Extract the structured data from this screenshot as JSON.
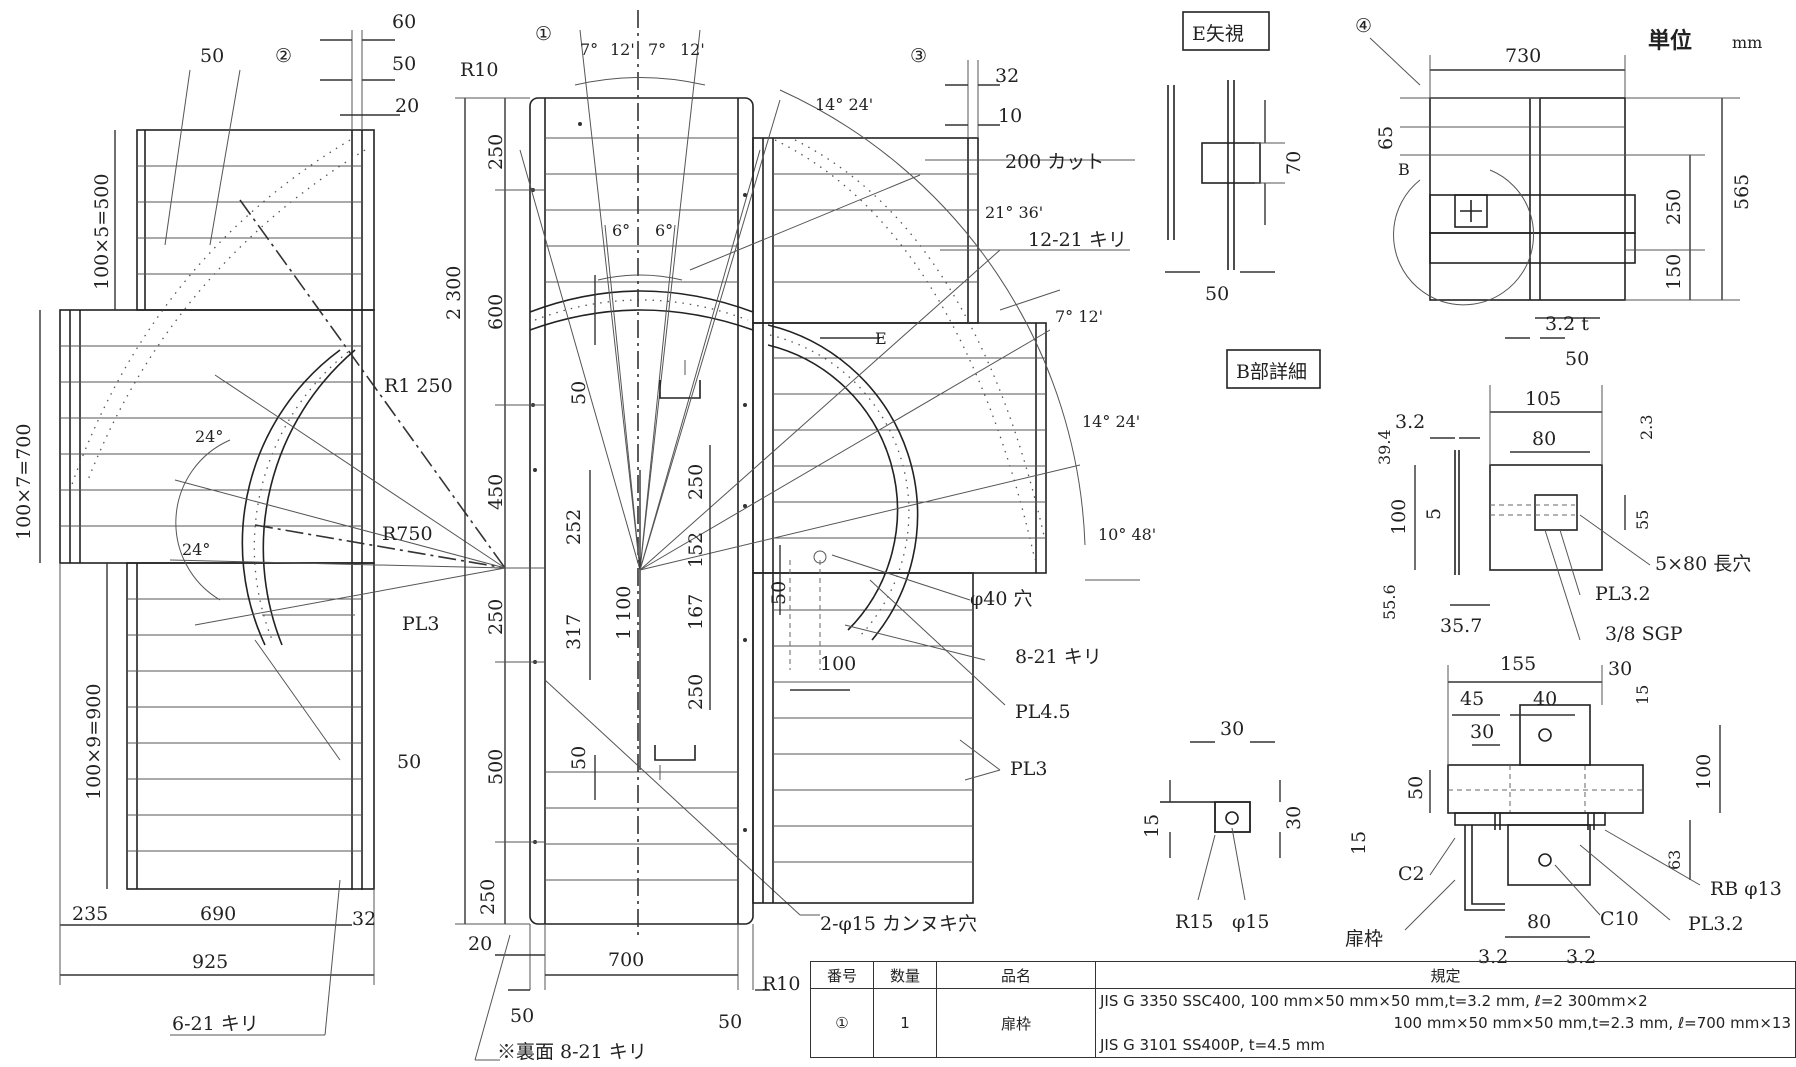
{
  "unit": {
    "label": "単位",
    "value": "mm"
  },
  "part_numbers": [
    "①",
    "②",
    "③",
    "④"
  ],
  "views": {
    "e_view": "E矢視",
    "b_detail": "B部詳細"
  },
  "left_door": {
    "dims": [
      "50",
      "60",
      "50",
      "20",
      "100×5=500",
      "100×7=700",
      "100×9=900",
      "R1 250",
      "R750",
      "24°",
      "24°",
      "PL3",
      "50",
      "235",
      "690",
      "925",
      "32"
    ],
    "note": "6-21 キリ"
  },
  "center_frame": {
    "dims": [
      "R10",
      "2 300",
      "250",
      "600",
      "450",
      "250",
      "500",
      "250",
      "252",
      "317",
      "1 100",
      "50",
      "50",
      "20",
      "700",
      "50",
      "50",
      "R10",
      "7°",
      "12'",
      "7°",
      "12'",
      "6°",
      "6°"
    ],
    "notes": [
      "2-φ15 カンヌキ穴",
      "※裏面 8-21 キリ"
    ]
  },
  "right_door": {
    "dims": [
      "32",
      "10",
      "14° 24'",
      "21° 36'",
      "7° 12'",
      "14° 24'",
      "10° 48'",
      "250",
      "152",
      "167",
      "250",
      "50",
      "100"
    ],
    "notes": [
      "200 カット",
      "12-21 キリ",
      "E",
      "φ40 穴",
      "8-21 キリ",
      "PL4.5",
      "PL3"
    ]
  },
  "e_view": {
    "dims": [
      "70",
      "50"
    ]
  },
  "part4": {
    "dims": [
      "730",
      "65",
      "565",
      "250",
      "150",
      "3.2 t",
      "50"
    ],
    "b_mark": "B"
  },
  "b_detail": {
    "dims": [
      "105",
      "80",
      "3.2",
      "39.4",
      "2.3",
      "100",
      "5",
      "55",
      "55.6",
      "35.7"
    ],
    "notes": [
      "5×80 長穴",
      "PL3.2",
      "3/8 SGP"
    ]
  },
  "small_plate": {
    "dims": [
      "30",
      "15",
      "30"
    ],
    "notes": [
      "R15",
      "φ15"
    ]
  },
  "hinge": {
    "dims": [
      "155",
      "45",
      "40",
      "30",
      "15",
      "30",
      "100",
      "50",
      "15",
      "63",
      "80",
      "3.2",
      "3.2"
    ],
    "notes": [
      "C2",
      "C10",
      "RB φ13",
      "PL3.2",
      "扉枠"
    ]
  },
  "table": {
    "headers": [
      "番号",
      "数量",
      "品名",
      "規定"
    ],
    "rows": [
      {
        "no": "①",
        "qty": "1",
        "name": "扉枠",
        "spec1": "JIS G 3350 SSC400, 100 mm×50 mm×50 mm,t=3.2 mm, ℓ=2 300mm×2",
        "spec2": "100 mm×50 mm×50 mm,t=2.3 mm, ℓ=700 mm×13",
        "spec3": "JIS G 3101 SS400P, t=4.5 mm"
      }
    ]
  }
}
